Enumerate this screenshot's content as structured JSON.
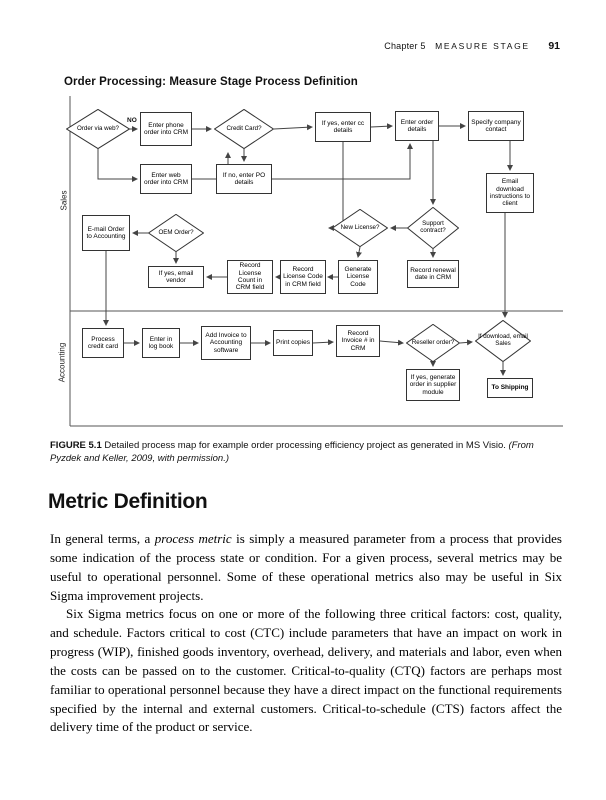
{
  "page_header": {
    "chapter": "Chapter 5",
    "section": "MEASURE STAGE",
    "page_number": "91"
  },
  "figure": {
    "title": "Order Processing: Measure Stage Process Definition",
    "lanes": [
      {
        "label": "Sales"
      },
      {
        "label": "Accounting"
      }
    ],
    "edge_labels": [
      {
        "text": "NO"
      }
    ],
    "nodes": [
      {
        "label": "Order via web?",
        "type": "decision"
      },
      {
        "label": "Enter phone order into CRM",
        "type": "process"
      },
      {
        "label": "Credit Card?",
        "type": "decision"
      },
      {
        "label": "If yes, enter cc details",
        "type": "process"
      },
      {
        "label": "Enter order details",
        "type": "process"
      },
      {
        "label": "Specify company contact",
        "type": "process"
      },
      {
        "label": "Enter web order into CRM",
        "type": "process"
      },
      {
        "label": "If no, enter PO details",
        "type": "process"
      },
      {
        "label": "Email download instructions to client",
        "type": "process"
      },
      {
        "label": "E-mail Order to Accounting",
        "type": "process"
      },
      {
        "label": "OEM Order?",
        "type": "decision"
      },
      {
        "label": "New License?",
        "type": "decision"
      },
      {
        "label": "Support contract?",
        "type": "decision"
      },
      {
        "label": "If yes, email vendor",
        "type": "process"
      },
      {
        "label": "Record License Count in CRM field",
        "type": "process"
      },
      {
        "label": "Record License Code in CRM field",
        "type": "process"
      },
      {
        "label": "Generate License Code",
        "type": "process"
      },
      {
        "label": "Record renewal date in CRM",
        "type": "process"
      },
      {
        "label": "Process credit card",
        "type": "process"
      },
      {
        "label": "Enter in log book",
        "type": "process"
      },
      {
        "label": "Add Invoice to Accounting software",
        "type": "process"
      },
      {
        "label": "Print copies",
        "type": "process"
      },
      {
        "label": "Record Invoice # in CRM",
        "type": "process"
      },
      {
        "label": "Reseller order?",
        "type": "decision"
      },
      {
        "label": "If download, email Sales",
        "type": "decision"
      },
      {
        "label": "If yes, generate order in supplier module",
        "type": "process"
      },
      {
        "label": "To Shipping",
        "type": "process"
      }
    ]
  },
  "caption": {
    "segments": [
      {
        "text": "FIGURE 5.1  ",
        "bold": true
      },
      {
        "text": "Detailed process map for example order processing efficiency project as generated in MS Visio. "
      },
      {
        "text": "(From Pyzdek and Keller, 2009, with permission.)",
        "italic": true
      }
    ]
  },
  "section": {
    "heading": "Metric Definition",
    "paragraphs": [
      {
        "segments": [
          {
            "text": "In general terms, a "
          },
          {
            "text": "process metric",
            "italic": true
          },
          {
            "text": " is simply a measured parameter from a process that provides some indication of the process state or condition. For a given process, several metrics may be useful to operational personnel. Some of these operational metrics also may be useful in Six Sigma improvement projects."
          }
        ]
      },
      {
        "segments": [
          {
            "text": "Six Sigma metrics focus on one or more of the following three critical factors: cost, quality, and schedule. Factors critical to cost (CTC) include parameters that have an impact on work in progress (WIP), finished goods inventory, overhead, delivery, and materials and labor, even when the costs can be passed on to the customer. Critical-to-quality (CTQ) factors are perhaps most familiar to operational personnel because they have a direct impact on the functional requirements specified by the internal and external customers. Critical-to-schedule (CTS) factors affect the delivery time of the product or service."
          }
        ]
      }
    ]
  }
}
